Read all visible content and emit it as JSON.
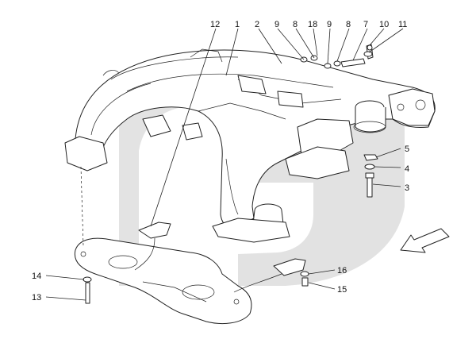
{
  "callouts": [
    {
      "id": "c1",
      "text": "1"
    },
    {
      "id": "c2",
      "text": "2"
    },
    {
      "id": "c3",
      "text": "3"
    },
    {
      "id": "c4",
      "text": "4"
    },
    {
      "id": "c5",
      "text": "5"
    },
    {
      "id": "c7",
      "text": "7"
    },
    {
      "id": "c8a",
      "text": "8"
    },
    {
      "id": "c8b",
      "text": "8"
    },
    {
      "id": "c9a",
      "text": "9"
    },
    {
      "id": "c9b",
      "text": "9"
    },
    {
      "id": "c10",
      "text": "10"
    },
    {
      "id": "c11",
      "text": "11"
    },
    {
      "id": "c12",
      "text": "12"
    },
    {
      "id": "c13",
      "text": "13"
    },
    {
      "id": "c14",
      "text": "14"
    },
    {
      "id": "c15",
      "text": "15"
    },
    {
      "id": "c16",
      "text": "16"
    },
    {
      "id": "c18",
      "text": "18"
    }
  ],
  "colors": {
    "watermark": "#d9d9d9",
    "line": "#222222"
  },
  "icons": {
    "direction": "front-direction-arrow-icon"
  }
}
